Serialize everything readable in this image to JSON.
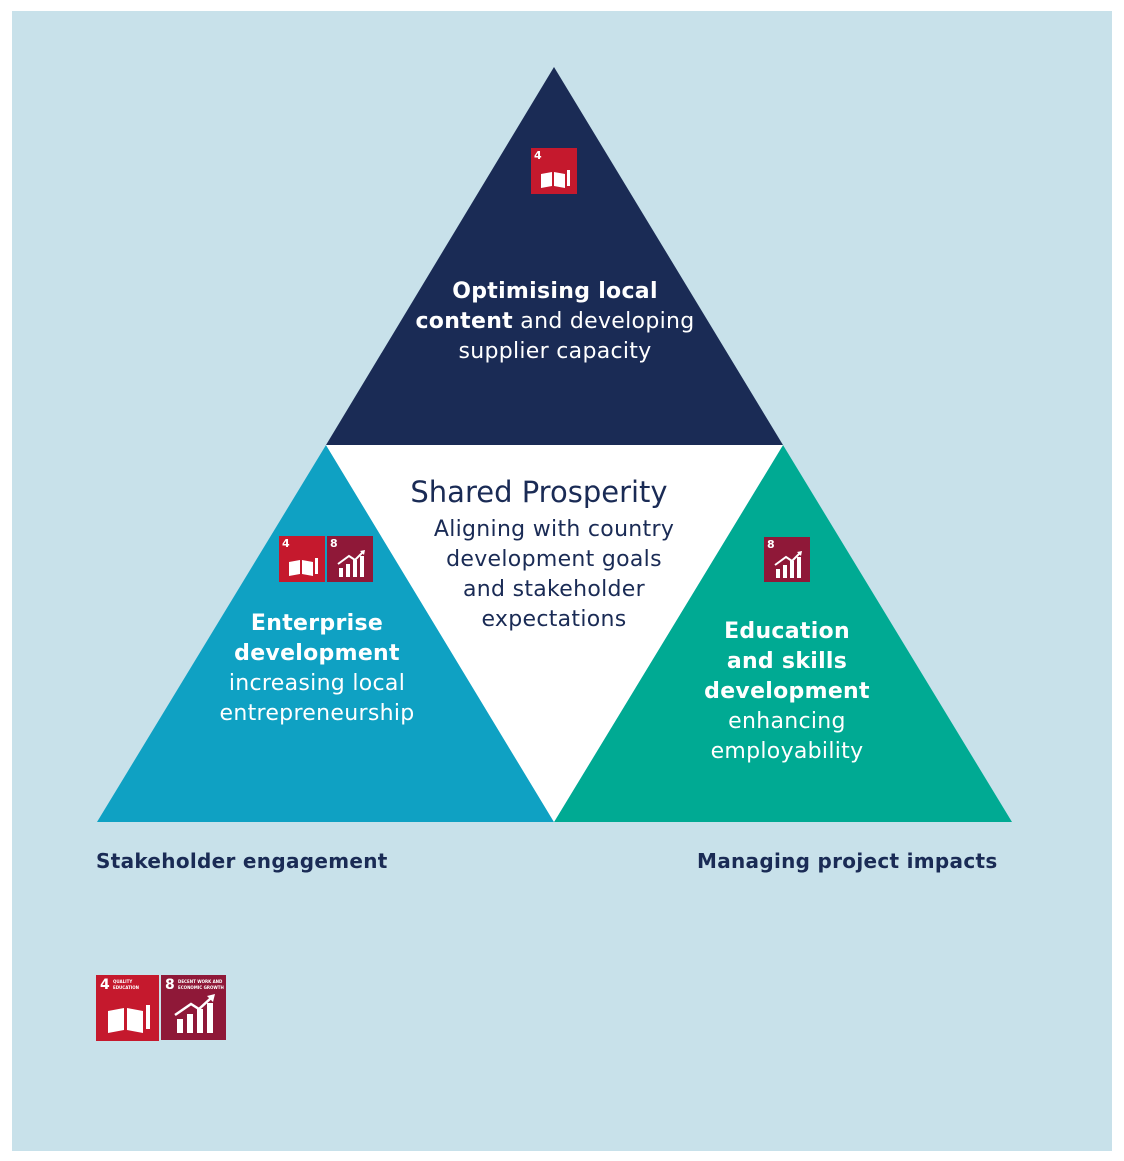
{
  "colors": {
    "background": "#c8e1ea",
    "top_triangle": "#1a2b55",
    "left_triangle": "#0fa1c3",
    "right_triangle": "#00aa93",
    "center_triangle": "#ffffff",
    "sdg4": "#c5192d",
    "sdg8": "#8f1838"
  },
  "top": {
    "bold_1": "Optimising local",
    "bold_2": "content",
    "rest_2": " and developing",
    "line_3": "supplier capacity",
    "icons": [
      "sdg-4-quality-education-icon"
    ]
  },
  "center": {
    "title": "Shared Prosperity",
    "line_1": "Aligning with country",
    "line_2": "development goals",
    "line_3": "and stakeholder",
    "line_4": "expectations"
  },
  "left": {
    "bold_1": "Enterprise",
    "bold_2": "development",
    "line_3": "increasing local",
    "line_4": "entrepreneurship",
    "icons": [
      "sdg-4-quality-education-icon",
      "sdg-8-decent-work-icon"
    ]
  },
  "right": {
    "bold_1": "Education",
    "bold_2": "and skills",
    "bold_3": "development",
    "line_4": "enhancing",
    "line_5": "employability",
    "icons": [
      "sdg-8-decent-work-icon"
    ]
  },
  "footer": {
    "left_label": "Stakeholder engagement",
    "right_label": "Managing project impacts"
  },
  "sdg_labels": {
    "sdg4_number": "4",
    "sdg4_title_1": "QUALITY",
    "sdg4_title_2": "EDUCATION",
    "sdg8_number": "8",
    "sdg8_title_1": "DECENT WORK AND",
    "sdg8_title_2": "ECONOMIC GROWTH"
  }
}
